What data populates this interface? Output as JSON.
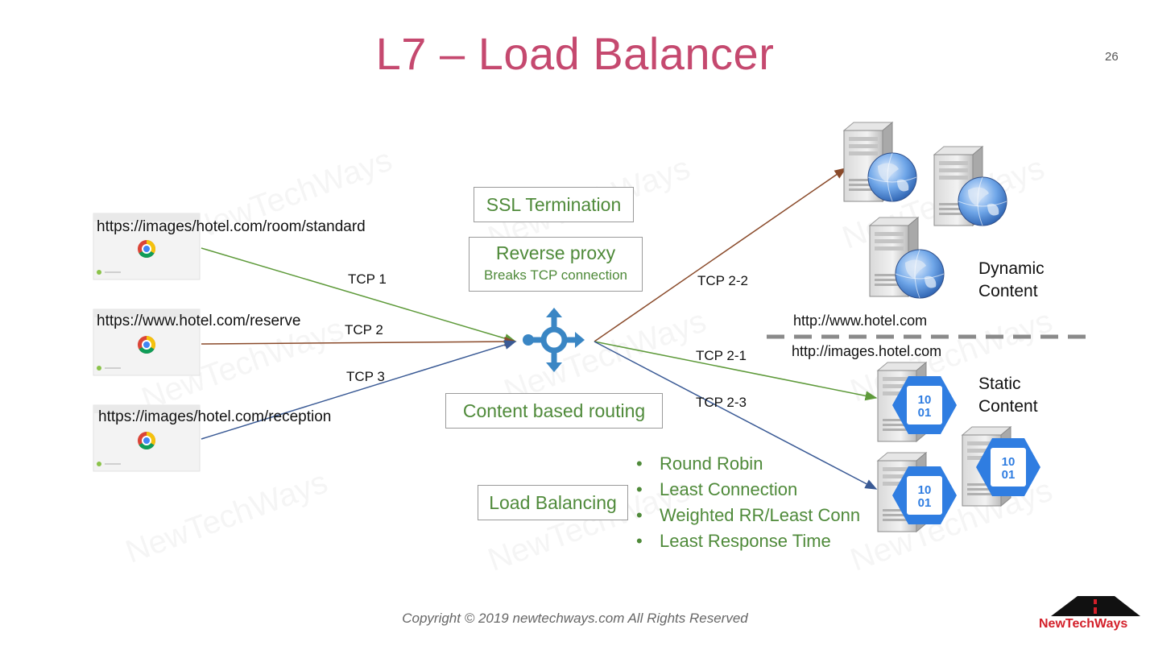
{
  "title": "L7 – Load Balancer",
  "page_number": "26",
  "watermark": "NewTechWays",
  "clients": [
    {
      "url": "https://images/hotel.com/room/standard",
      "connection": "TCP 1"
    },
    {
      "url": "https://www.hotel.com/reserve",
      "connection": "TCP 2"
    },
    {
      "url": "https://images/hotel.com/reception",
      "connection": "TCP 3"
    }
  ],
  "boxes": {
    "ssl": "SSL Termination",
    "reverse_proxy": "Reverse proxy",
    "reverse_proxy_sub": "Breaks TCP connection",
    "content_routing": "Content based routing",
    "load_balancing": "Load Balancing"
  },
  "algorithms": [
    "Round Robin",
    "Least Connection",
    "Weighted RR/Least Conn",
    "Least Response Time"
  ],
  "backend_connections": [
    "TCP 2-2",
    "TCP 2-1",
    "TCP 2-3"
  ],
  "dynamic": {
    "label_line1": "Dynamic",
    "label_line2": "Content",
    "url": "http://www.hotel.com"
  },
  "static": {
    "label_line1": "Static",
    "label_line2": "Content",
    "url": "http://images.hotel.com"
  },
  "data_icon_text": {
    "line1": "10",
    "line2": "01"
  },
  "copyright": "Copyright © 2019 newtechways.com All Rights Reserved",
  "brand": "NewTechWays",
  "colors": {
    "title": "#c5496f",
    "green_text": "#4f8a3a",
    "arrow_green": "#5e9a3a",
    "arrow_brown": "#8a4a2a",
    "arrow_blue": "#3a5a95",
    "balancer_icon": "#3a86c4",
    "data_hex": "#2f7de1"
  }
}
